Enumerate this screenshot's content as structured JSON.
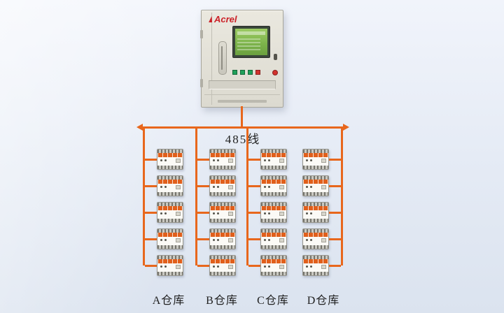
{
  "colors": {
    "accent_orange": "#e8671c",
    "band_orange": "#e05f1b",
    "background_top": "#f1f4fb",
    "background_bottom": "#dbe3ef",
    "cabinet_body": "#e3e1d7",
    "screen_green": "#7bb24a",
    "logo_red": "#cb2127"
  },
  "cabinet": {
    "brand": "Acrel"
  },
  "bus": {
    "label": "485线"
  },
  "grid": {
    "columns": 4,
    "rows_per_column": 5
  },
  "warehouses": [
    {
      "id": "A",
      "label": "A仓库"
    },
    {
      "id": "B",
      "label": "B仓库"
    },
    {
      "id": "C",
      "label": "C仓库"
    },
    {
      "id": "D",
      "label": "D仓库"
    }
  ]
}
